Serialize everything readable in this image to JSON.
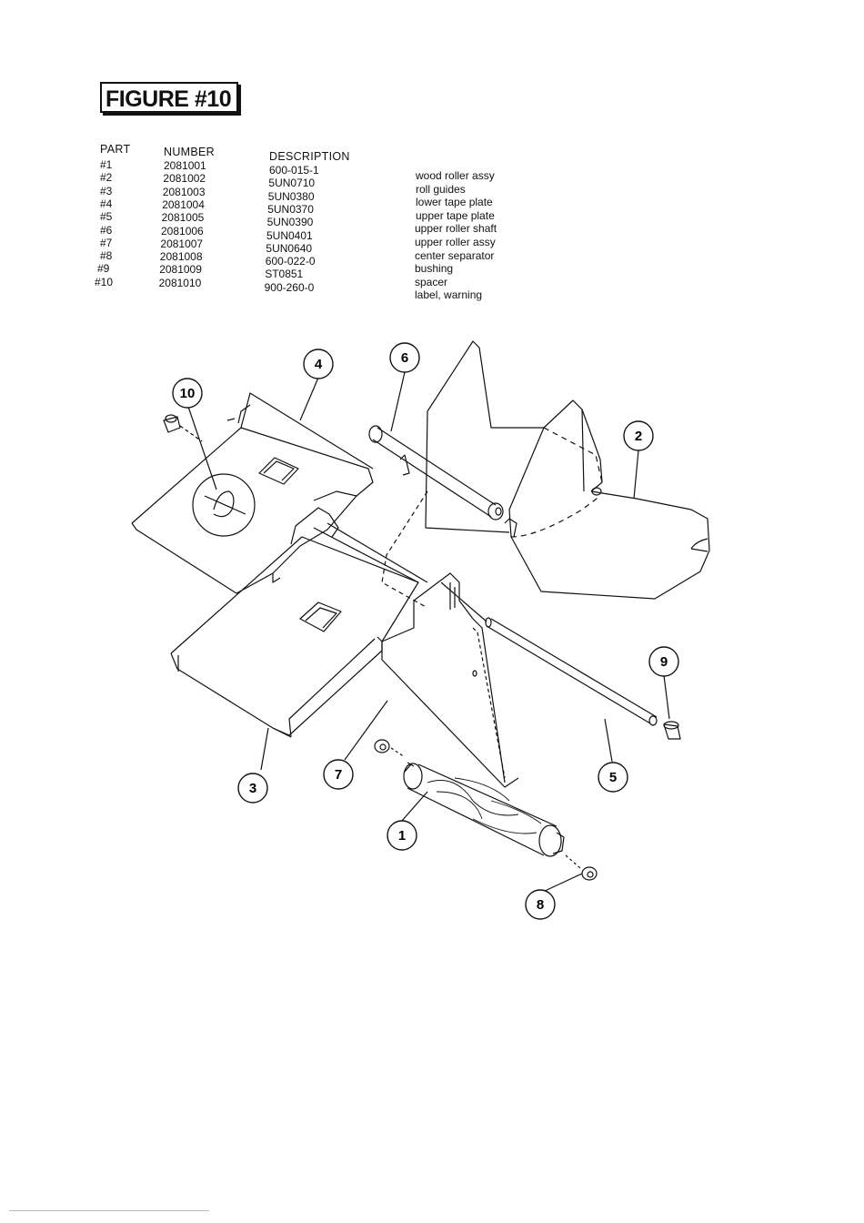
{
  "figure": {
    "title": "FIGURE #10"
  },
  "table": {
    "headers": {
      "part": "PART",
      "number": "NUMBER",
      "description": "DESCRIPTION"
    },
    "rows": [
      {
        "part": "#1",
        "number": "2081001",
        "code": "600-015-1",
        "desc": "wood roller assy"
      },
      {
        "part": "#2",
        "number": "2081002",
        "code": "5UN0710",
        "desc": "roll guides"
      },
      {
        "part": "#3",
        "number": "2081003",
        "code": "5UN0380",
        "desc": "lower tape plate"
      },
      {
        "part": "#4",
        "number": "2081004",
        "code": "5UN0370",
        "desc": "upper tape plate"
      },
      {
        "part": "#5",
        "number": "2081005",
        "code": "5UN0390",
        "desc": "upper roller shaft"
      },
      {
        "part": "#6",
        "number": "2081006",
        "code": "5UN0401",
        "desc": "upper roller assy"
      },
      {
        "part": "#7",
        "number": "2081007",
        "code": "5UN0640",
        "desc": "center separator"
      },
      {
        "part": "#8",
        "number": "2081008",
        "code": "600-022-0",
        "desc": "bushing"
      },
      {
        "part": "#9",
        "number": "2081009",
        "code": "ST0851",
        "desc": "spacer"
      },
      {
        "part": "#10",
        "number": "2081010",
        "code": "900-260-0",
        "desc": "label, warning"
      }
    ]
  },
  "callouts": [
    "1",
    "2",
    "3",
    "4",
    "5",
    "6",
    "7",
    "8",
    "9",
    "10"
  ]
}
